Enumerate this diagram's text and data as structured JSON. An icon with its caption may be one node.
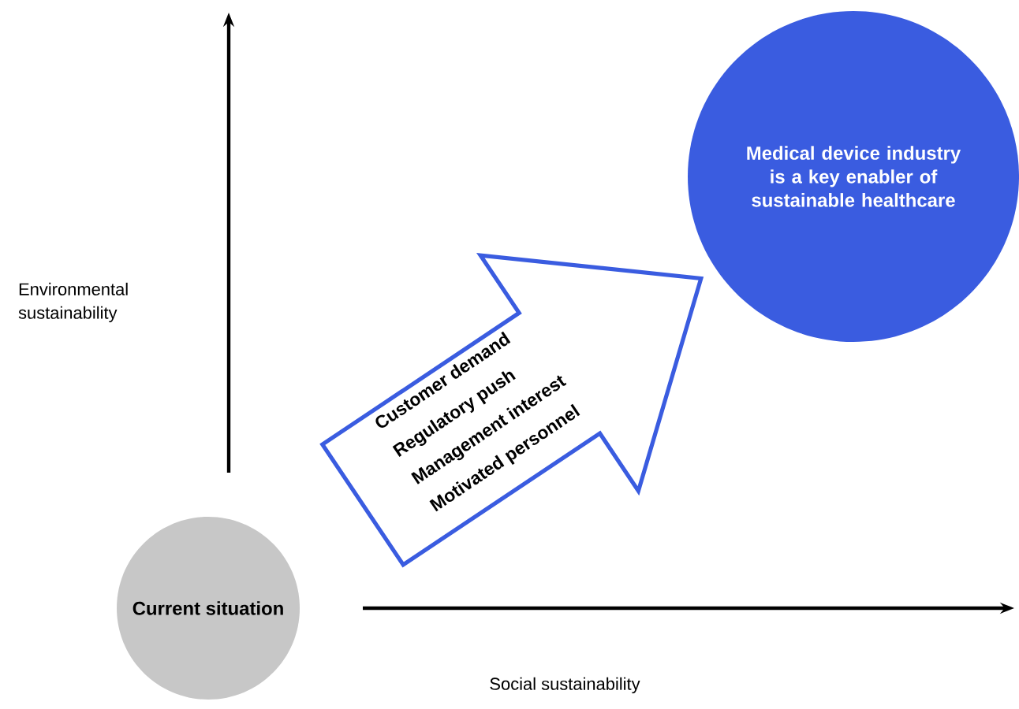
{
  "diagram": {
    "nodes": [
      {
        "text": [
          "Current situation"
        ]
      },
      {
        "text": [
          "Customer demand",
          "Regulatory push",
          "Management interest",
          "Motivated personnel"
        ]
      },
      {
        "text": [
          "Medical device industry is a key enabler of sustainable healthcare"
        ]
      }
    ],
    "edges": [
      {
        "from": 0,
        "to": 2,
        "arrow": "to",
        "style": "thick"
      }
    ],
    "labels": [
      "Environmental sustainability",
      "Social sustainability"
    ]
  }
}
